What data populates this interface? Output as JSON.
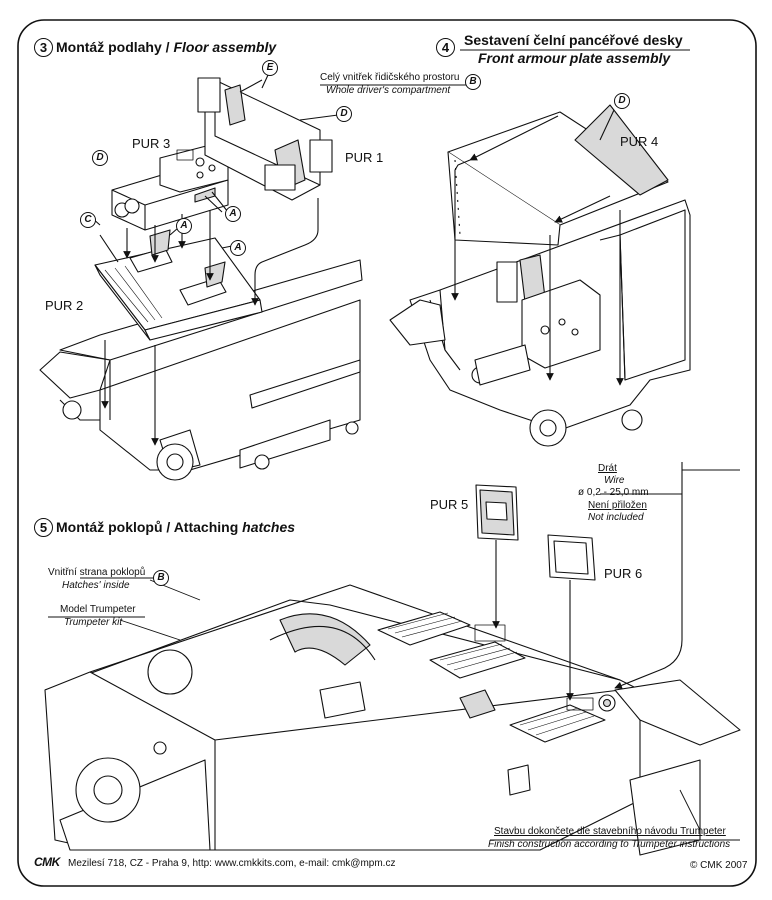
{
  "sections": {
    "s3": {
      "num": "3",
      "title_cz": "Montáž podlahy / ",
      "title_en": "Floor assembly"
    },
    "s4": {
      "num": "4",
      "title_cz": "Sestavení čelní pancéřové desky",
      "title_en": "Front armour plate assembly"
    },
    "s5": {
      "num": "5",
      "title_cz": "Montáž poklopů / Attaching ",
      "title_en": "hatches"
    }
  },
  "parts": {
    "pur1": "PUR 1",
    "pur2": "PUR 2",
    "pur3": "PUR 3",
    "pur4": "PUR 4",
    "pur5": "PUR 5",
    "pur6": "PUR 6"
  },
  "badges": {
    "a": "A",
    "b": "B",
    "c": "C",
    "d": "D",
    "e": "E"
  },
  "notes": {
    "compartment_cz": "Celý vnitřek řidičského prostoru",
    "compartment_en": "Whole driver's compartment",
    "hatches_cz": "Vnitřní strana poklopů",
    "hatches_en": "Hatches' inside",
    "model_cz": "Model Trumpeter",
    "model_en": "Trumpeter kit",
    "wire_cz": "Drát",
    "wire_en": "Wire",
    "wire_size": "ø 0,2 - 25,0 mm",
    "wire_not_cz": "Není přiložen",
    "wire_not_en": "Not included",
    "finish_cz": "Stavbu dokončete dle stavebního návodu Trumpeter",
    "finish_en": "Finish construction according to Trumpeter instructions"
  },
  "footer": {
    "logo": "CMK",
    "address": "Mezilesí 718, CZ - Praha 9,  http: www.cmkkits.com, e-mail: cmk@mpm.cz",
    "copyright": "© CMK 2007"
  },
  "colors": {
    "ink": "#111111",
    "part_fill": "#d9d9d9",
    "paper": "#ffffff"
  }
}
